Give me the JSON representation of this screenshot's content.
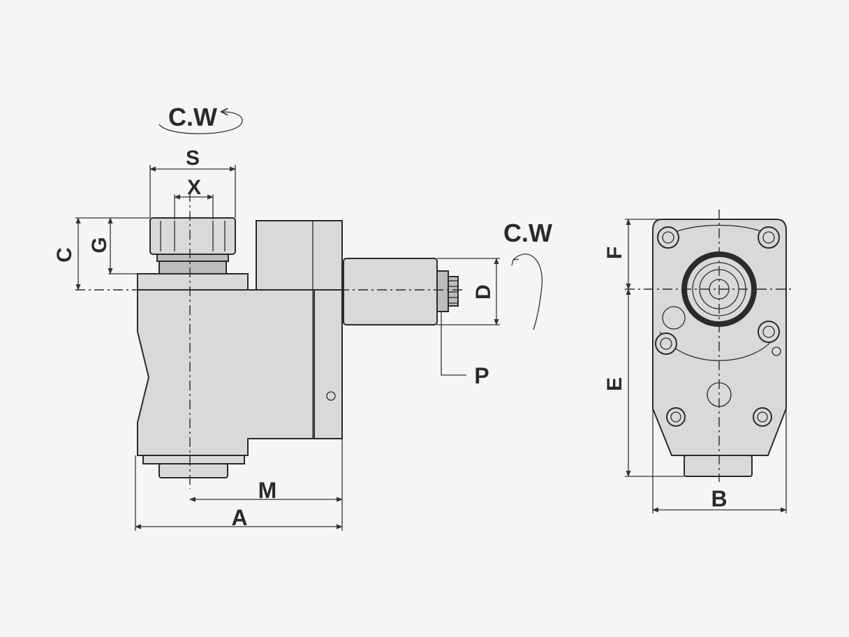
{
  "labels": {
    "rotation_top": "C.W",
    "rotation_side": "C.W",
    "S": "S",
    "X": "X",
    "C": "C",
    "G": "G",
    "D": "D",
    "P": "P",
    "M": "M",
    "A": "A",
    "F": "F",
    "E": "E",
    "B": "B"
  }
}
